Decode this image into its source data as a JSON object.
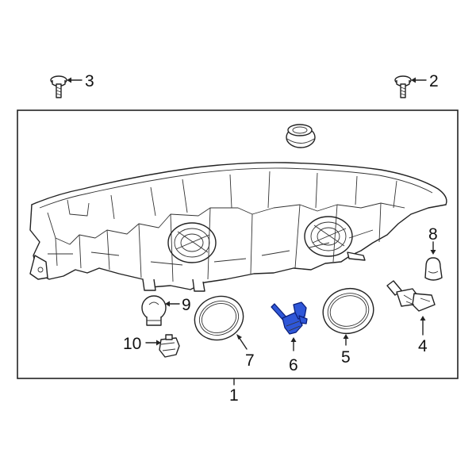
{
  "diagram": {
    "callouts": {
      "c1": "1",
      "c2": "2",
      "c3": "3",
      "c4": "4",
      "c5": "5",
      "c6": "6",
      "c7": "7",
      "c8": "8",
      "c9": "9",
      "c10": "10"
    },
    "colors": {
      "highlight": "#2f57d8",
      "line": "#222222",
      "background": "#ffffff"
    }
  }
}
